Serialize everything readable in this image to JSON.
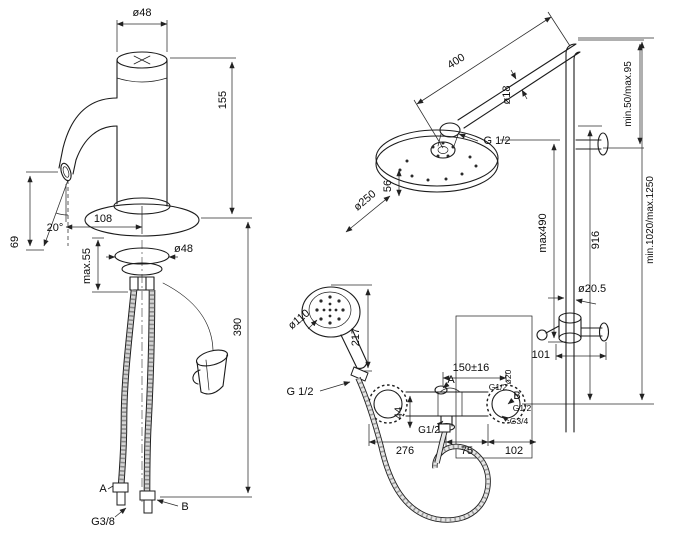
{
  "mixer": {
    "dims": {
      "top_diameter": "ø48",
      "height": "155",
      "spout_angle": "20°",
      "spout_reach": "108",
      "outlet_height": "69",
      "deck_thickness": "max.55",
      "base_diameter": "ø48",
      "hose_length": "390",
      "port_a": "A",
      "port_b": "B",
      "supply_thread": "G3/8"
    }
  },
  "shower": {
    "dims": {
      "arm_length": "400",
      "arm_diameter": "ø18",
      "top_adjust": "min.50/max.95",
      "head_thread": "G 1/2",
      "head_height": "56",
      "head_diameter": "ø250",
      "riser_max": "max490",
      "riser_length": "916",
      "total_height": "min.1020/max.1250",
      "riser_diameter": "ø20.5",
      "bracket_offset": "101",
      "hand_diameter": "ø110",
      "hand_length": "217",
      "hose_thread": "G 1/2",
      "port_spacing": "150±16",
      "port_a": "A",
      "port_a_thread": "G1/2",
      "port_diameter": "ø20",
      "port_b": "B",
      "port_b_thread": "G1/2",
      "outlet_bottom_thread": "G3/4",
      "outlet_drop": "44",
      "outlet_thread": "G1/2",
      "valve_width": "276",
      "outlet_offset": "75",
      "edge_offset": "102"
    }
  }
}
